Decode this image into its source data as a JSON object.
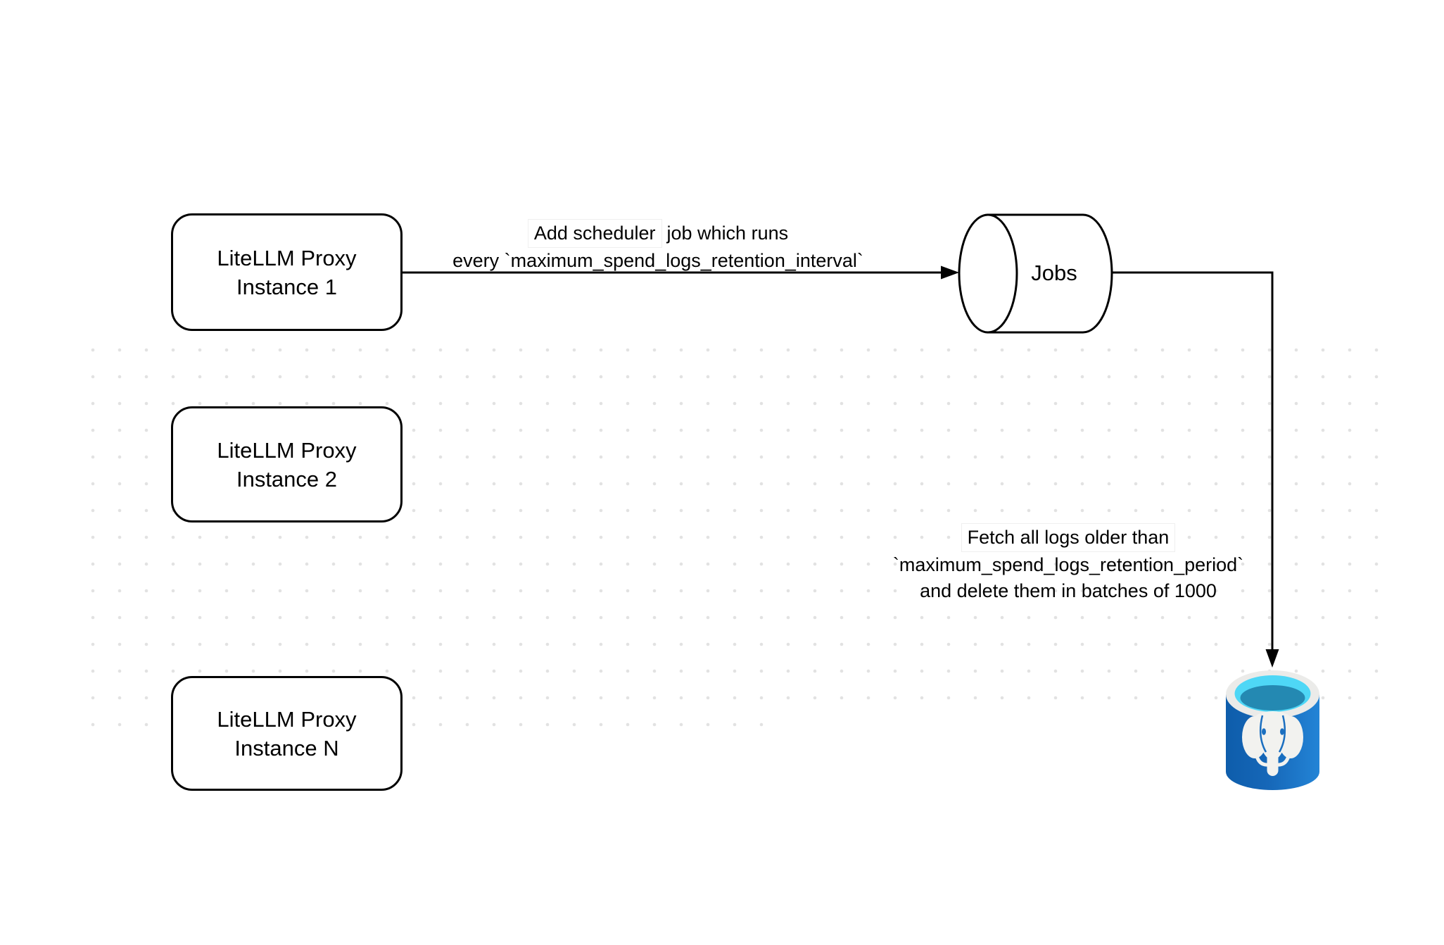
{
  "canvas": {
    "background": "#ffffff",
    "grid_dot_color": "#e2e2e2"
  },
  "nodes": {
    "instances": [
      {
        "line1": "LiteLLM Proxy",
        "line2": "Instance 1"
      },
      {
        "line1": "LiteLLM Proxy",
        "line2": "Instance 2"
      },
      {
        "line1": "LiteLLM Proxy",
        "line2": "Instance N"
      }
    ],
    "jobs": {
      "label": "Jobs"
    },
    "database": {
      "icon": "postgresql-database-icon"
    }
  },
  "edges": {
    "scheduler": {
      "line1_boxed": "Add scheduler",
      "line1_rest": "job which runs",
      "line2": "every `maximum_spend_logs_retention_interval`"
    },
    "cleanup": {
      "line1": "Fetch all logs older than",
      "line2": "`maximum_spend_logs_retention_period`",
      "line3": "and delete them in batches of 1000"
    }
  },
  "colors": {
    "stroke": "#000000",
    "text": "#000000",
    "shape_fill": "#ffffff",
    "postgres_body_left": "#0e5dab",
    "postgres_body_mid": "#1667b8",
    "postgres_body_right": "#2384d6",
    "postgres_rim": "#ebebe9",
    "postgres_water_top": "#4ed7f6",
    "postgres_water_deep": "#2489b2",
    "postgres_elephant": "#f2f2ef",
    "postgres_detail": "#1b6fc0"
  }
}
